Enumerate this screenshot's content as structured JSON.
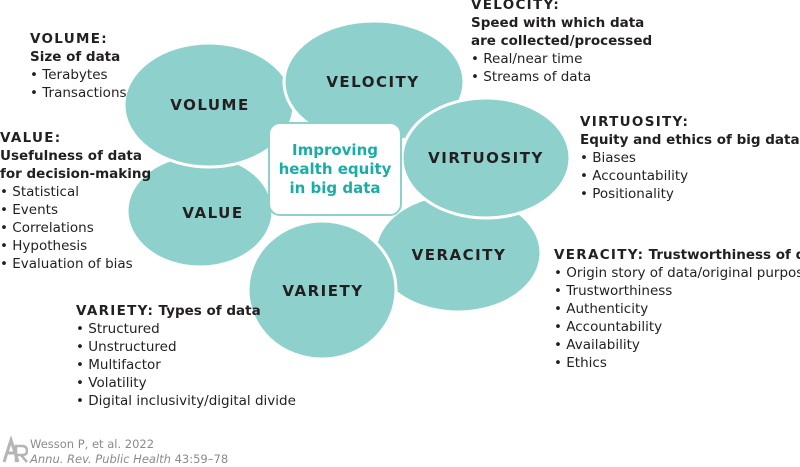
{
  "center": {
    "line1": "Improving",
    "line2": "health equity",
    "line3": "in big data"
  },
  "ellipses": {
    "volume": "VOLUME",
    "velocity": "VELOCITY",
    "virtuosity": "VIRTUOSITY",
    "value": "VALUE",
    "veracity": "VERACITY",
    "variety": "VARIETY"
  },
  "volume": {
    "name": "VOLUME:",
    "desc": "Size of data",
    "items": [
      "Terabytes",
      "Transactions"
    ]
  },
  "velocity": {
    "name": "VELOCITY:",
    "desc1": "Speed with which data",
    "desc2": "are collected/processed",
    "items": [
      "Real/near time",
      "Streams of data"
    ]
  },
  "virtuosity": {
    "name": "VIRTUOSITY:",
    "desc": "Equity and ethics of big data",
    "items": [
      "Biases",
      "Accountability",
      "Positionality"
    ]
  },
  "value": {
    "name": "VALUE:",
    "desc1": "Usefulness of data",
    "desc2": "for decision-making",
    "items": [
      "Statistical",
      "Events",
      "Correlations",
      "Hypothesis",
      "Evaluation of bias"
    ]
  },
  "veracity": {
    "name": "VERACITY:",
    "desc": "Trustworthiness of data",
    "items": [
      "Origin story of data/original purpose",
      "Trustworthiness",
      "Authenticity",
      "Accountability",
      "Availability",
      "Ethics"
    ]
  },
  "variety": {
    "name": "VARIETY:",
    "desc": "Types of data",
    "items": [
      "Structured",
      "Unstructured",
      "Multifactor",
      "Volatility",
      "Digital inclusivity/digital divide"
    ]
  },
  "credit": {
    "author": "Wesson P, et al. 2022",
    "journal": "Annu. Rev. Public Health",
    "volume": " 43:59–78"
  },
  "colors": {
    "ellipse_fill": "#8ed1cc",
    "center_text": "#1aada6",
    "credit_text": "#8a8a8a"
  }
}
